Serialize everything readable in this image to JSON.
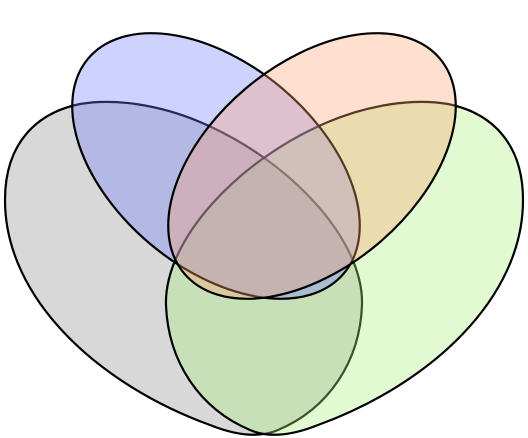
{
  "diagram": {
    "type": "venn",
    "set_count": 4,
    "sets": [
      {
        "key": "gray",
        "color": "#8c8c8c"
      },
      {
        "key": "green",
        "color": "#a6f07a"
      },
      {
        "key": "blue",
        "color": "#6b7bff"
      },
      {
        "key": "orange",
        "color": "#ffa070"
      }
    ],
    "labels": []
  }
}
